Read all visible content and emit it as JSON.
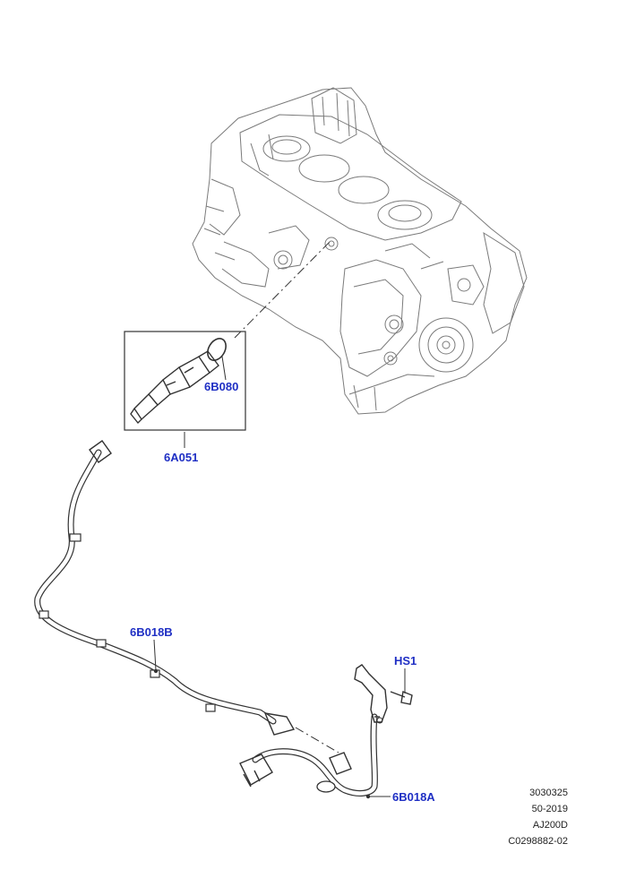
{
  "callouts": {
    "ring": "6B080",
    "heater_kit": "6A051",
    "harness_b": "6B018B",
    "bracket_screw": "HS1",
    "harness_a": "6B018A"
  },
  "reference": {
    "line1": "3030325",
    "line2": "50-2019",
    "line3": "AJ200D",
    "line4": "C0298882-02"
  },
  "colors": {
    "callout": "#1f2fc4",
    "linework": "#333333",
    "engine_linework": "#8a8a8a"
  }
}
